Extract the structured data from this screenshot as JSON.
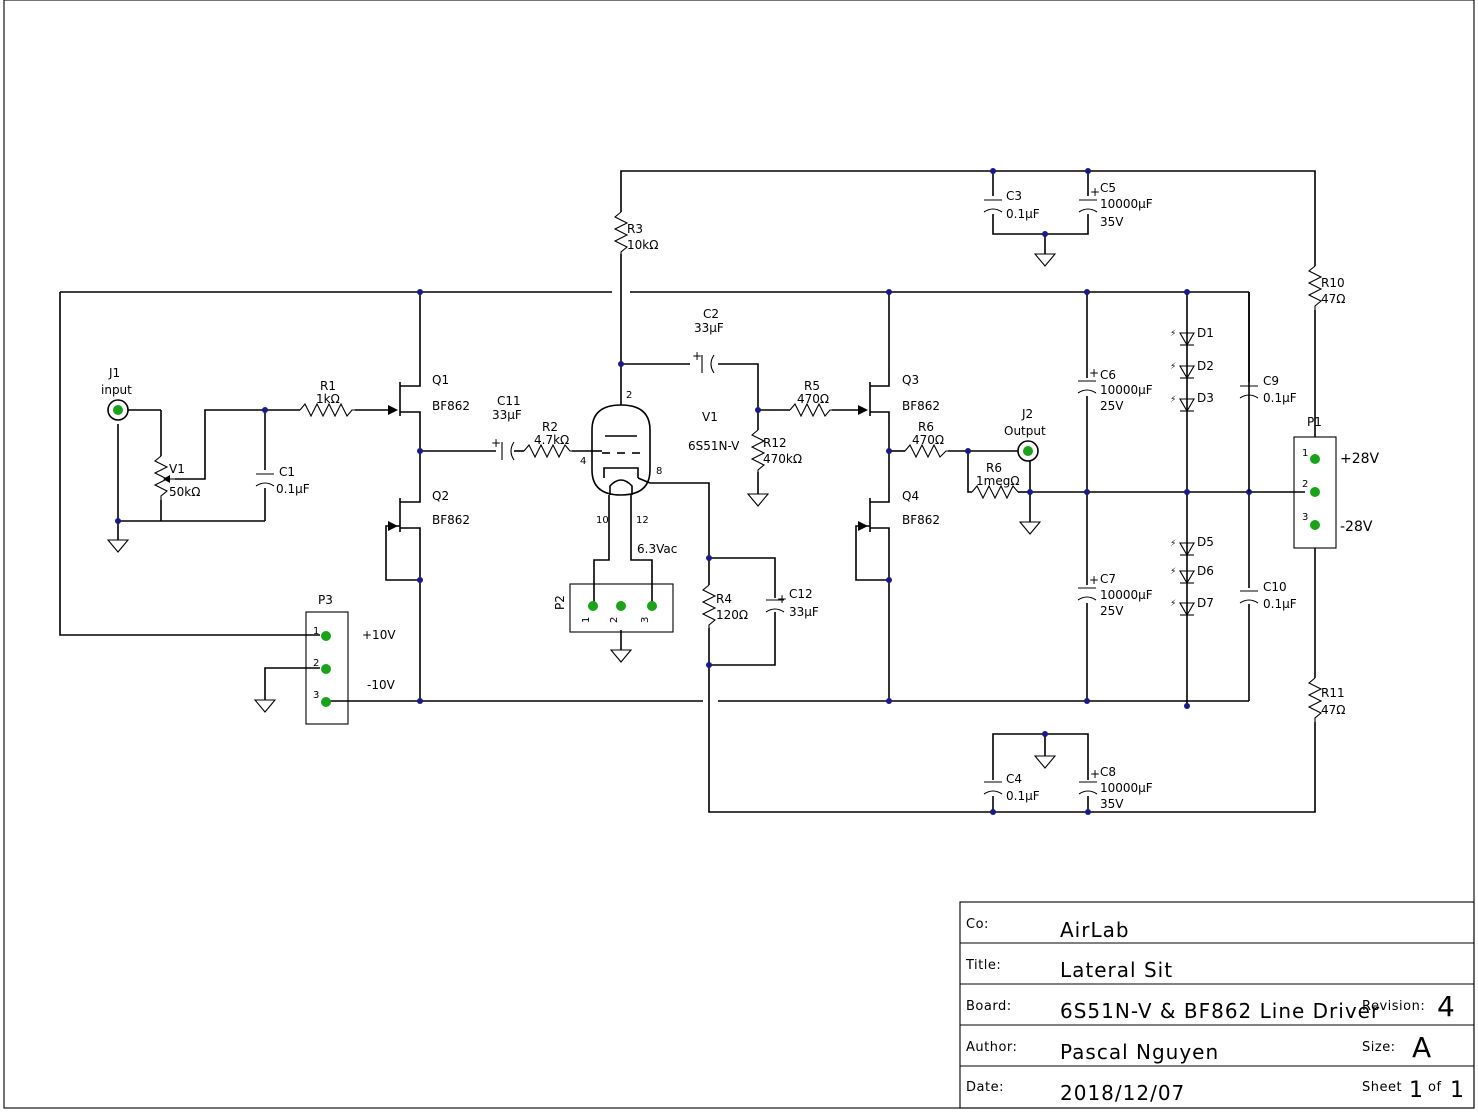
{
  "title_block": {
    "co_label": "Co:",
    "co": "AirLab",
    "title_label": "Title:",
    "title": "Lateral Sit",
    "board_label": "Board:",
    "board": "6S51N-V & BF862 Line Driver",
    "revision_label": "Revision:",
    "revision": "4",
    "author_label": "Author:",
    "author": "Pascal Nguyen",
    "size_label": "Size:",
    "size": "A",
    "date_label": "Date:",
    "date": "2018/12/07",
    "sheet_label": "Sheet",
    "sheet_num": "1",
    "of_label": "of",
    "sheet_total": "1"
  },
  "components": {
    "J1": {
      "ref": "J1",
      "value": "input"
    },
    "V1pot": {
      "ref": "V1",
      "value": "50kΩ"
    },
    "R1": {
      "ref": "R1",
      "value": "1kΩ"
    },
    "C1": {
      "ref": "C1",
      "value": "0.1µF"
    },
    "Q1": {
      "ref": "Q1",
      "value": "BF862"
    },
    "Q2": {
      "ref": "Q2",
      "value": "BF862"
    },
    "C11": {
      "ref": "C11",
      "value": "33µF"
    },
    "R2": {
      "ref": "R2",
      "value": "4.7kΩ"
    },
    "R3": {
      "ref": "R3",
      "value": "10kΩ"
    },
    "C2": {
      "ref": "C2",
      "value": "33µF"
    },
    "V1tube": {
      "ref": "V1",
      "value": "6S51N-V"
    },
    "R12": {
      "ref": "R12",
      "value": "470kΩ"
    },
    "R5": {
      "ref": "R5",
      "value": "470Ω"
    },
    "Q3": {
      "ref": "Q3",
      "value": "BF862"
    },
    "Q4": {
      "ref": "Q4",
      "value": "BF862"
    },
    "R6a": {
      "ref": "R6",
      "value": "470Ω"
    },
    "R6b": {
      "ref": "R6",
      "value": "1megΩ"
    },
    "J2": {
      "ref": "J2",
      "value": "Output"
    },
    "R4": {
      "ref": "R4",
      "value": "120Ω"
    },
    "C12": {
      "ref": "C12",
      "value": "33µF"
    },
    "P2": {
      "ref": "P2",
      "value": "6.3Vac",
      "pins": [
        "1",
        "2",
        "3"
      ]
    },
    "P3": {
      "ref": "P3",
      "pins": [
        "1",
        "2",
        "3"
      ],
      "pin_labels": [
        "+10V",
        "",
        "-10V"
      ]
    },
    "C3": {
      "ref": "C3",
      "value": "0.1µF"
    },
    "C5": {
      "ref": "C5",
      "value": "10000µF",
      "rating": "35V"
    },
    "C4": {
      "ref": "C4",
      "value": "0.1µF"
    },
    "C8": {
      "ref": "C8",
      "value": "10000µF",
      "rating": "35V"
    },
    "C6": {
      "ref": "C6",
      "value": "10000µF",
      "rating": "25V"
    },
    "C7": {
      "ref": "C7",
      "value": "10000µF",
      "rating": "25V"
    },
    "C9": {
      "ref": "C9",
      "value": "0.1µF"
    },
    "C10": {
      "ref": "C10",
      "value": "0.1µF"
    },
    "R10": {
      "ref": "R10",
      "value": "47Ω"
    },
    "R11": {
      "ref": "R11",
      "value": "47Ω"
    },
    "P1": {
      "ref": "P1",
      "pins": [
        "1",
        "2",
        "3"
      ],
      "pin_labels": [
        "+28V",
        "",
        "-28V"
      ]
    },
    "D1": {
      "ref": "D1"
    },
    "D2": {
      "ref": "D2"
    },
    "D3": {
      "ref": "D3"
    },
    "D5": {
      "ref": "D5"
    },
    "D6": {
      "ref": "D6"
    },
    "D7": {
      "ref": "D7"
    }
  },
  "tube_pins": [
    "2",
    "4",
    "8",
    "10",
    "12"
  ],
  "colors": {
    "wire": "#000000",
    "junction": "#1a1a8a",
    "pin": "#1aa31a"
  }
}
